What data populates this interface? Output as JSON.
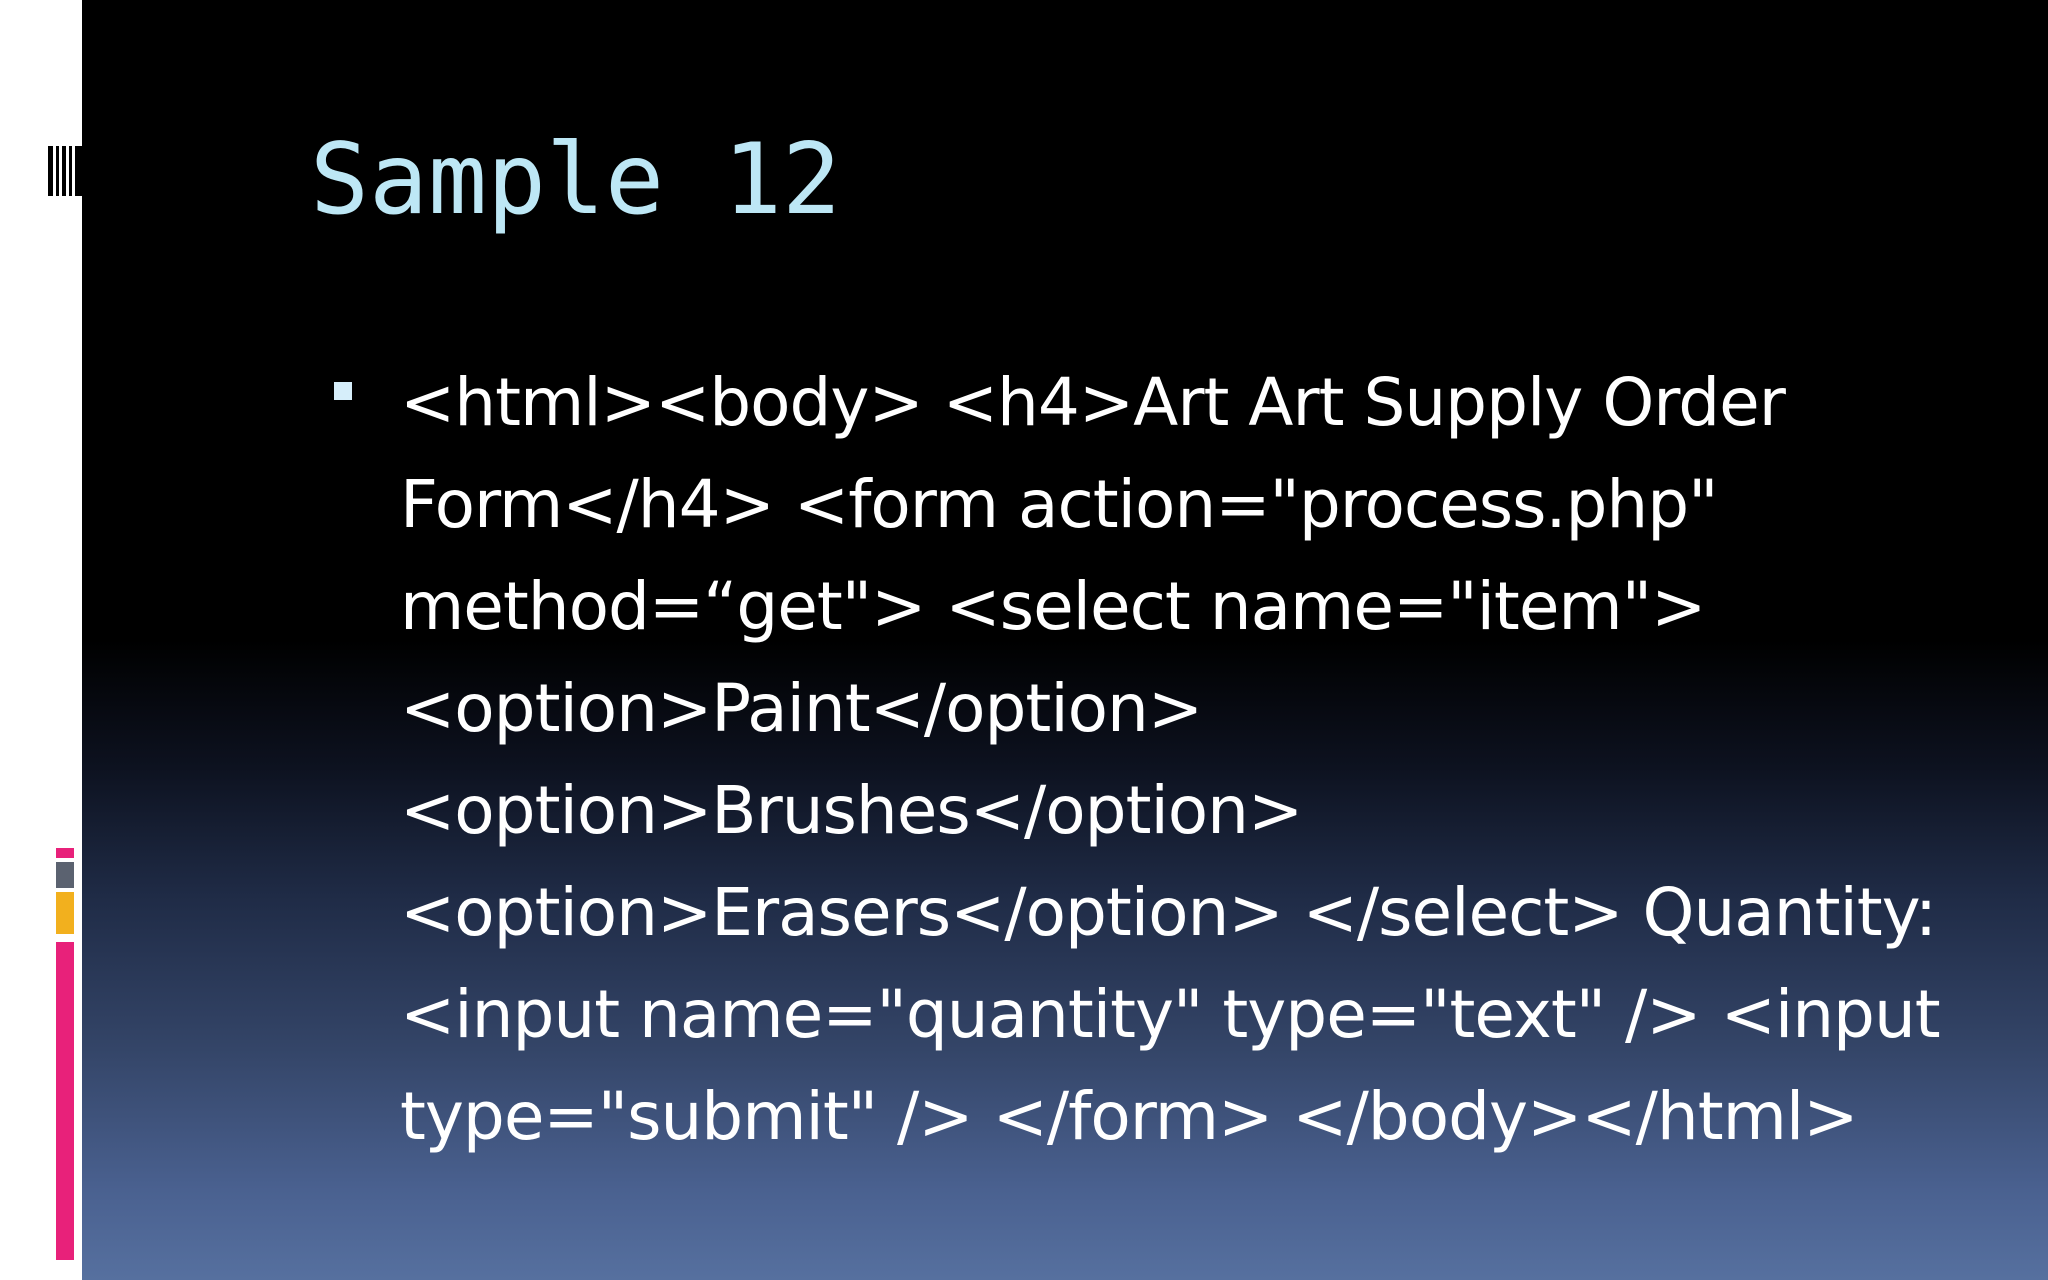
{
  "slide": {
    "title": "Sample 12",
    "bullet_lines": [
      "<html><body> <h4>Art Art Supply Order",
      "Form</h4> <form action=\"process.php\"",
      "method=“get\"> <select name=\"item\">",
      "<option>Paint</option>",
      "<option>Brushes</option>",
      "<option>Erasers</option> </select> Quantity:",
      "<input name=\"quantity\" type=\"text\" /> <input",
      "type=\"submit\" /> </form> </body></html>"
    ]
  },
  "colors": {
    "title": "#bde7f5",
    "text": "#ffffff",
    "bullet": "#d6eefa",
    "background_top": "#000000",
    "background_bottom": "#56709f",
    "accent_pink": "#e8217a",
    "accent_orange": "#f2b01e",
    "accent_gray": "#5b6270"
  }
}
